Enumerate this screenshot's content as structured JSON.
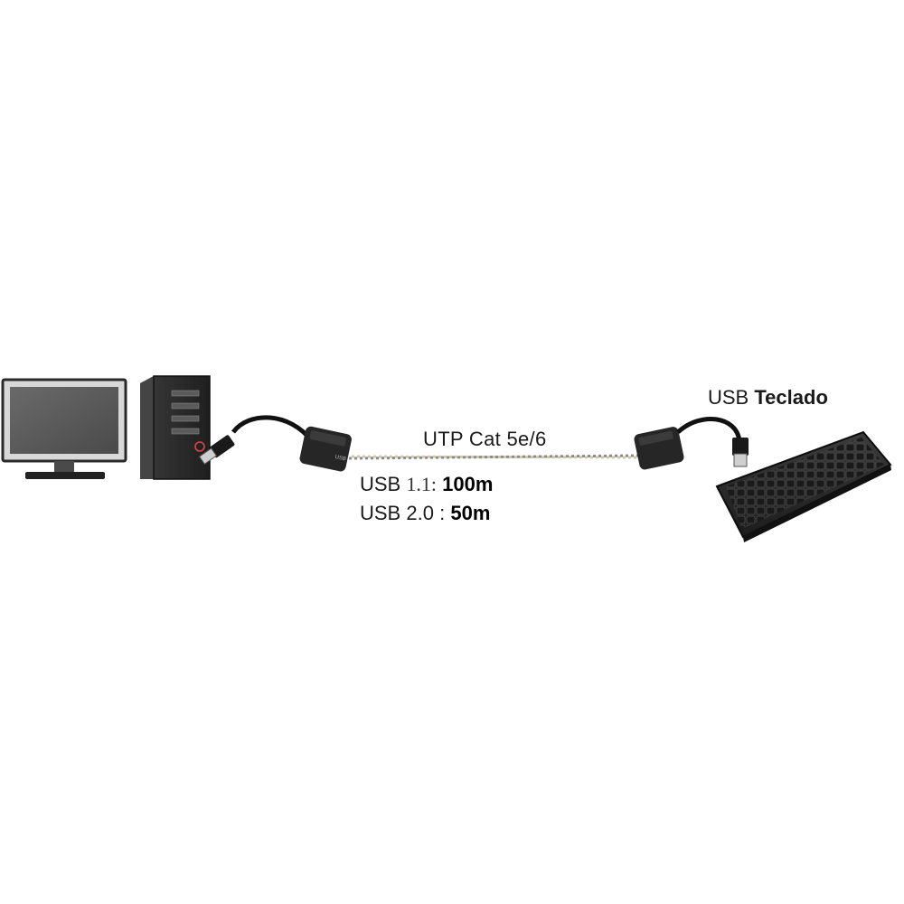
{
  "labels": {
    "cable": "UTP Cat 5e/6",
    "device_prefix": "USB",
    "device_name": "Teclado"
  },
  "specs": [
    {
      "prefix": "USB",
      "version": "1.1",
      "sep": ":",
      "distance": "100m"
    },
    {
      "prefix": "USB",
      "version": "2.0",
      "sep": ":",
      "distance": "50m"
    }
  ],
  "colors": {
    "cable_twist_a": "#d9c59a",
    "cable_twist_b": "#8c8c8c",
    "device_body": "#2b2b2b",
    "monitor_screen": "#5a5a5a"
  },
  "icons": [
    "monitor-icon",
    "pc-tower-icon",
    "usb-extender-icon",
    "usb-plug-icon",
    "keyboard-icon"
  ]
}
